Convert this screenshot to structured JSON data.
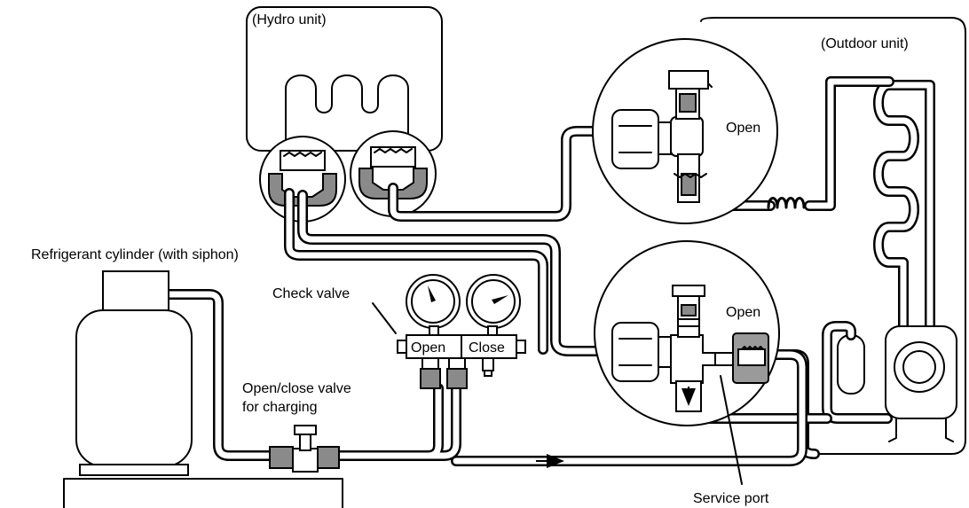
{
  "labels": {
    "hydro_unit": "(Hydro unit)",
    "outdoor_unit": "(Outdoor unit)",
    "valve_top_state": "Open",
    "valve_bottom_state": "Open",
    "refrigerant_cylinder": "Refrigerant cylinder (with siphon)",
    "check_valve": "Check valve",
    "manifold_open": "Open",
    "manifold_close": "Close",
    "charging_valve_line1": "Open/close valve",
    "charging_valve_line2": "for charging",
    "service_port": "Service port"
  }
}
